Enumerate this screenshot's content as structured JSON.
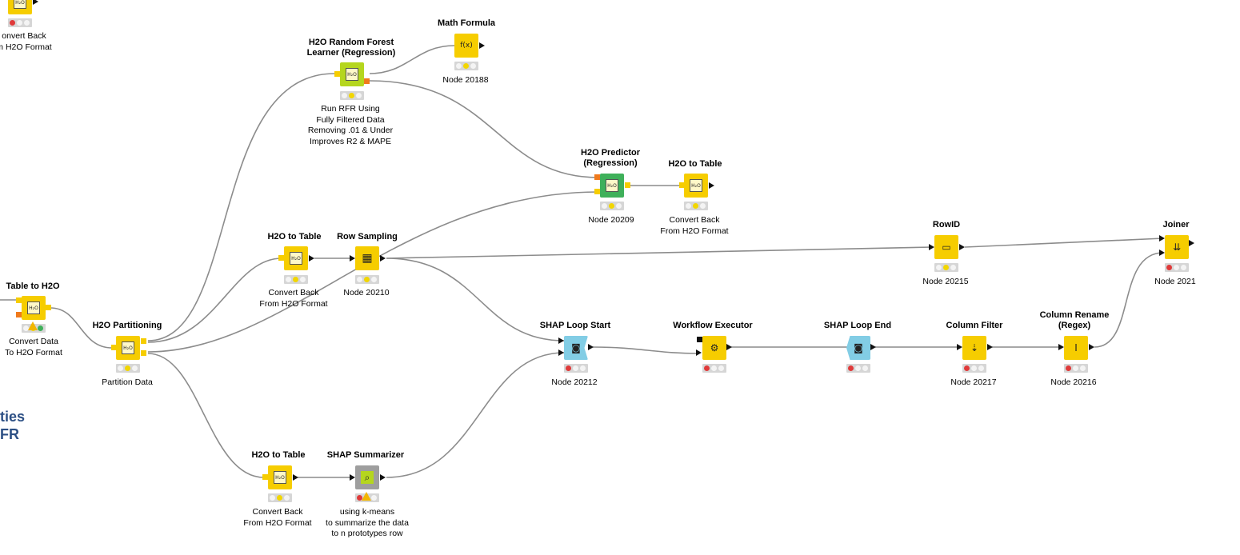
{
  "workflow": {
    "nodes": [
      {
        "id": "convert-back-top",
        "title": "",
        "caption": "onvert Back\nm H2O Format",
        "color": "yellow",
        "status": "red"
      },
      {
        "id": "table-to-h2o",
        "title": "Table to H2O",
        "caption": "Convert Data\nTo H2O Format",
        "color": "yellow",
        "status": "warning"
      },
      {
        "id": "h2o-partitioning",
        "title": "H2O Partitioning",
        "caption": "Partition Data",
        "color": "yellow",
        "status": "yellow"
      },
      {
        "id": "h2o-rf-learner",
        "title": "H2O Random Forest\nLearner (Regression)",
        "caption": "Run RFR Using\nFully Filtered Data\nRemoving .01 & Under\nImproves R2 & MAPE",
        "color": "lime",
        "status": "yellow"
      },
      {
        "id": "math-formula",
        "title": "Math Formula",
        "caption": "Node 20188",
        "color": "yellow",
        "status": "yellow"
      },
      {
        "id": "h2o-predictor",
        "title": "H2O Predictor\n(Regression)",
        "caption": "Node 20209",
        "color": "green",
        "status": "yellow"
      },
      {
        "id": "h2o-to-table-pred",
        "title": "H2O to Table",
        "caption": "Convert Back\nFrom H2O Format",
        "color": "yellow",
        "status": "yellow"
      },
      {
        "id": "h2o-to-table-mid",
        "title": "H2O to Table",
        "caption": "Convert Back\nFrom H2O Format",
        "color": "yellow",
        "status": "yellow"
      },
      {
        "id": "row-sampling",
        "title": "Row Sampling",
        "caption": "Node 20210",
        "color": "yellow",
        "status": "yellow"
      },
      {
        "id": "rowid",
        "title": "RowID",
        "caption": "Node 20215",
        "color": "yellow",
        "status": "yellow"
      },
      {
        "id": "joiner",
        "title": "Joiner",
        "caption": "Node 2021",
        "color": "yellow",
        "status": "red"
      },
      {
        "id": "shap-loop-start",
        "title": "SHAP Loop Start",
        "caption": "Node 20212",
        "color": "blue",
        "status": "red"
      },
      {
        "id": "workflow-executor",
        "title": "Workflow Executor",
        "caption": "",
        "color": "yellow",
        "status": "red"
      },
      {
        "id": "shap-loop-end",
        "title": "SHAP Loop End",
        "caption": "",
        "color": "blue",
        "status": "red"
      },
      {
        "id": "column-filter",
        "title": "Column Filter",
        "caption": "Node 20217",
        "color": "yellow",
        "status": "red"
      },
      {
        "id": "column-rename",
        "title": "Column Rename\n(Regex)",
        "caption": "Node 20216",
        "color": "yellow",
        "status": "red"
      },
      {
        "id": "h2o-to-table-bottom",
        "title": "H2O to Table",
        "caption": "Convert Back\nFrom H2O Format",
        "color": "yellow",
        "status": "yellow"
      },
      {
        "id": "shap-summarizer",
        "title": "SHAP Summarizer",
        "caption": "using k-means\nto summarize the data\nto n prototypes row",
        "color": "gray",
        "status": "warning"
      }
    ],
    "annotation": {
      "line1": "ties",
      "line2": "FR"
    }
  },
  "colors": {
    "yellow": "#f6cd00",
    "lime": "#b5d61e",
    "green": "#3fb05a",
    "blue": "#82cde5",
    "gray": "#9e9e9e",
    "red_light": "#e03a3a",
    "yellow_light": "#f2d600",
    "annotation": "#2c4f84",
    "edge": "#8c8c8c"
  }
}
